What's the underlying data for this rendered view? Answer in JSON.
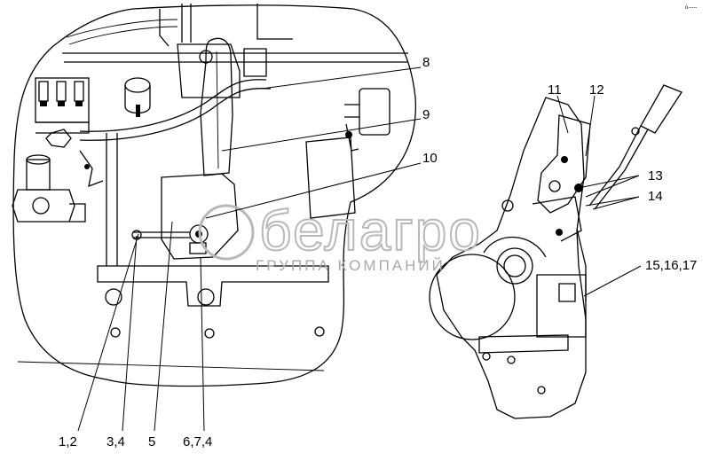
{
  "corner_mark": "o-----",
  "watermark": {
    "brand": "белагро",
    "subtitle": "ГРУППА КОМПАНИЙ"
  },
  "callouts": {
    "c8": "8",
    "c9": "9",
    "c10": "10",
    "c11": "11",
    "c12": "12",
    "c13": "13",
    "c14": "14",
    "c15": "15,16,17",
    "c1": "1,2",
    "c3": "3,4",
    "c5": "5",
    "c6": "6,7,4"
  }
}
